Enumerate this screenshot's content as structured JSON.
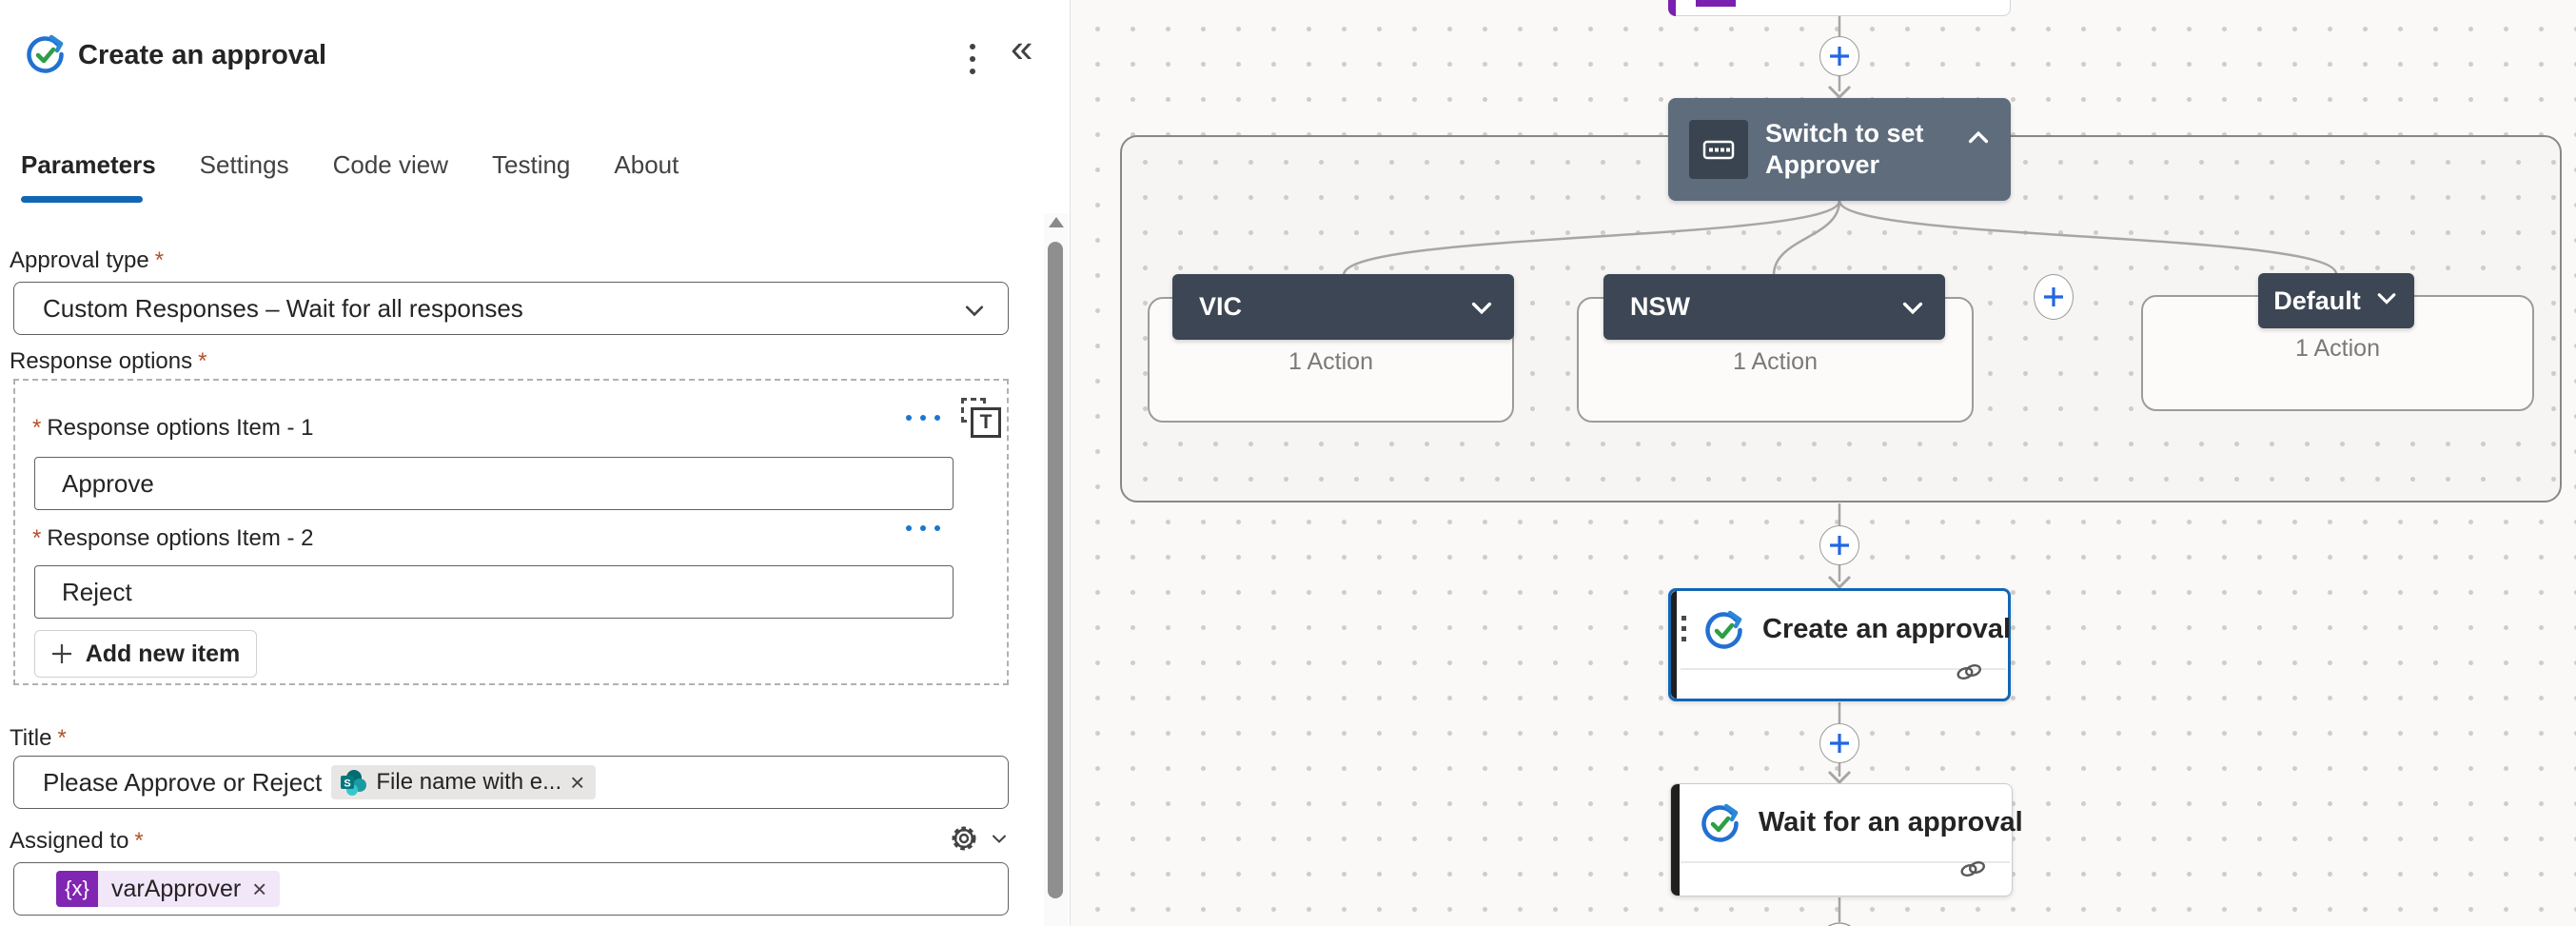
{
  "panel": {
    "header": {
      "title": "Create an approval"
    },
    "tabs": [
      {
        "label": "Parameters"
      },
      {
        "label": "Settings"
      },
      {
        "label": "Code view"
      },
      {
        "label": "Testing"
      },
      {
        "label": "About"
      }
    ],
    "approval_type": {
      "label": "Approval type",
      "required": "*",
      "value": "Custom Responses – Wait for all responses"
    },
    "response_options": {
      "label": "Response options",
      "required": "*",
      "items": [
        {
          "label": "Response options Item - 1",
          "required": "*",
          "value": "Approve"
        },
        {
          "label": "Response options Item - 2",
          "required": "*",
          "value": "Reject"
        }
      ],
      "add_button": "Add new item"
    },
    "title_field": {
      "label": "Title",
      "required": "*",
      "text": "Please Approve or Reject",
      "token": "File name with e..."
    },
    "assigned_to": {
      "label": "Assigned to",
      "required": "*",
      "token_badge": "{x}",
      "token": "varApprover"
    }
  },
  "canvas": {
    "switch_node": {
      "title": "Switch to set Approver"
    },
    "branches": [
      {
        "label": "VIC",
        "count": "1 Action"
      },
      {
        "label": "NSW",
        "count": "1 Action"
      },
      {
        "label": "Default",
        "count": "1 Action"
      }
    ],
    "create_node": {
      "title": "Create an approval"
    },
    "wait_node": {
      "title": "Wait for an approval"
    }
  },
  "icons": {
    "collapse_panel": "«",
    "array_mode_letter": "T",
    "close_x": "×"
  },
  "colors": {
    "accent_blue": "#1267b4",
    "plus_blue": "#2266e3",
    "switch_header": "#5e6c7c",
    "case_header": "#3d4654",
    "variable_purple": "#8126b3",
    "token_purple_bg": "#f2e6f9",
    "required_asterisk": "#b4502b"
  }
}
